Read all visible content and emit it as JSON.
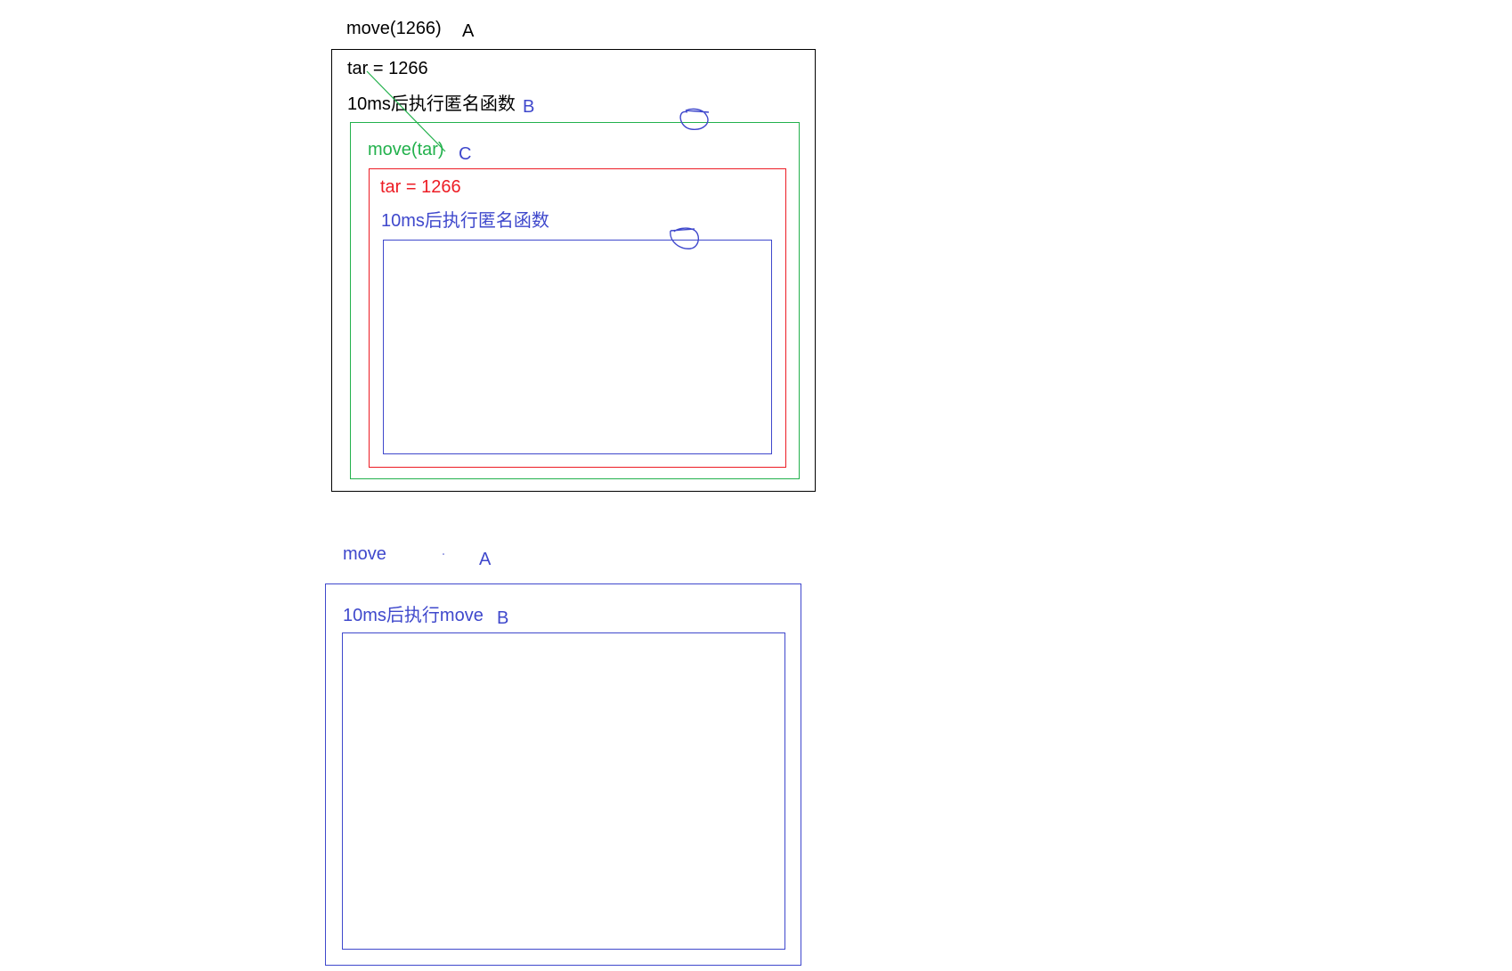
{
  "colors": {
    "black": "#000000",
    "blue": "#3f48cc",
    "green": "#22b14c",
    "red": "#ed1c24"
  },
  "top": {
    "call_label": "move(1266)",
    "tag_a": "A",
    "tar_line": "tar = 1266",
    "delay_line": "10ms后执行匿名函数",
    "tag_b": "B",
    "inner_call": "move(tar)",
    "tag_c": "C",
    "inner_tar_line": "tar = 1266",
    "inner_delay_line": "10ms后执行匿名函数"
  },
  "bottom": {
    "call_label": "move",
    "tag_a": "A",
    "delay_line": "10ms后执行move",
    "tag_b": "B"
  }
}
